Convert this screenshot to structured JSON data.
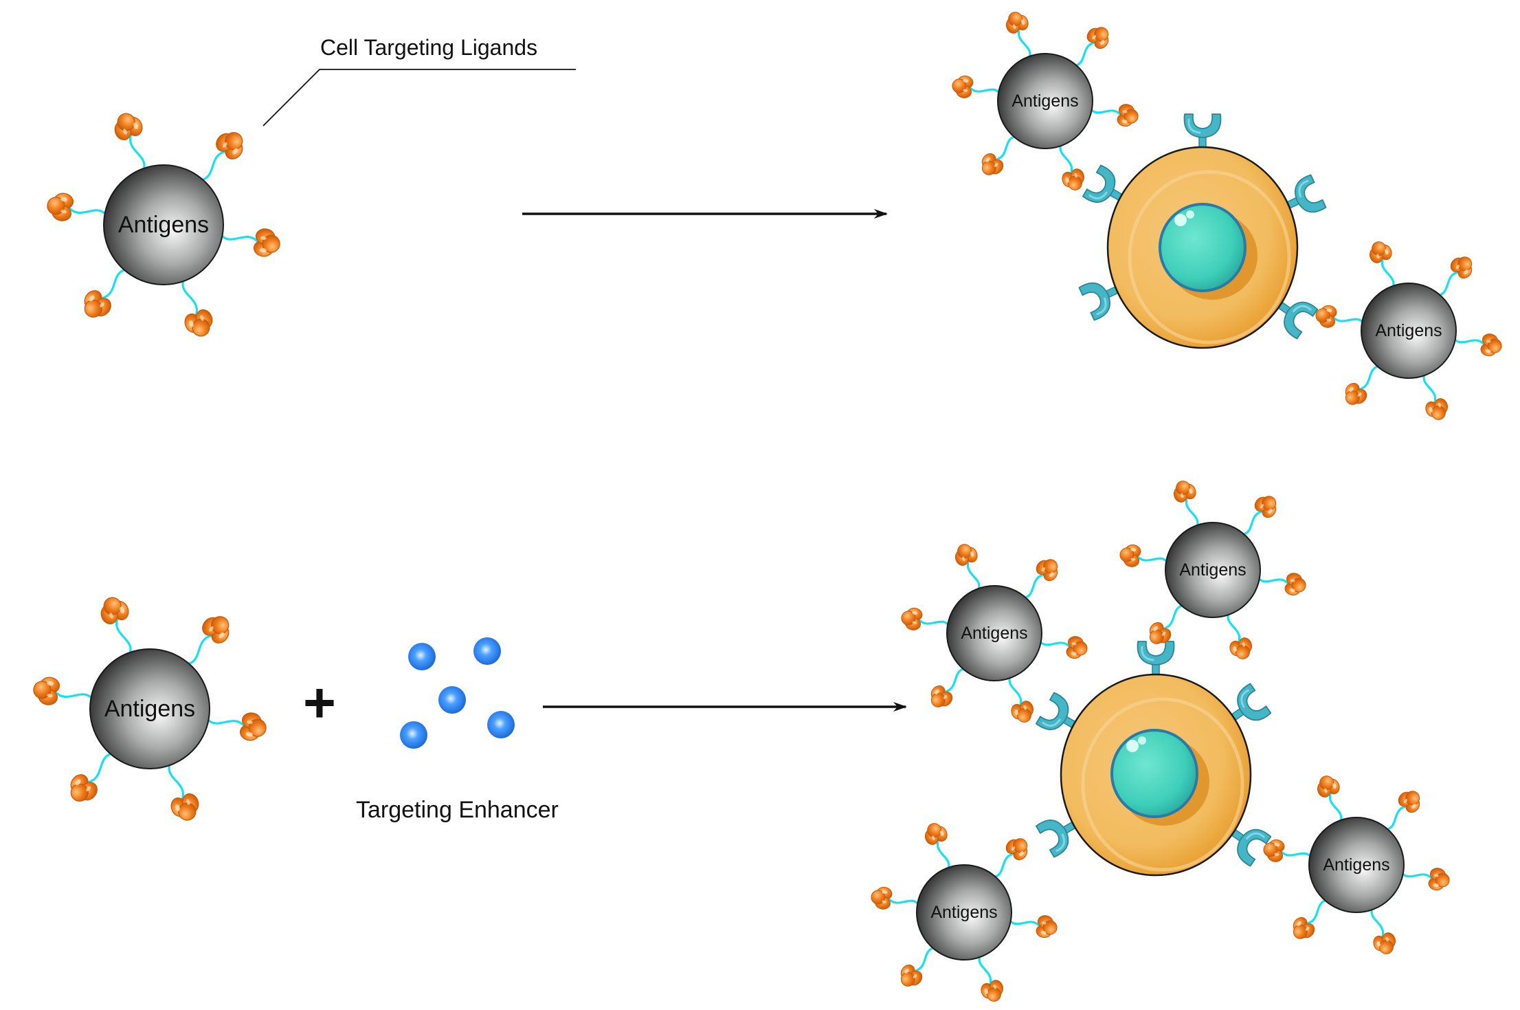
{
  "labels": {
    "ligand_callout": "Cell Targeting Ligands",
    "enhancer_caption": "Targeting Enhancer",
    "plus_sign": "+"
  },
  "particle_label": "Antigens",
  "colors": {
    "particle_dark": "#2b2b2b",
    "particle_light": "#f4f4f4",
    "tether": "#19e0f0",
    "ligand": "#f07d1c",
    "ligand_dark": "#c65a0a",
    "cell_body": "#f2bd62",
    "cell_rim": "#e39a24",
    "nucleus": "#45d3bd",
    "nucleus_dark": "#2a7aa8",
    "receptor": "#45b6c6",
    "receptor_dark": "#2c8496",
    "enhancer": "#2a7ef0",
    "arrow": "#111111"
  }
}
